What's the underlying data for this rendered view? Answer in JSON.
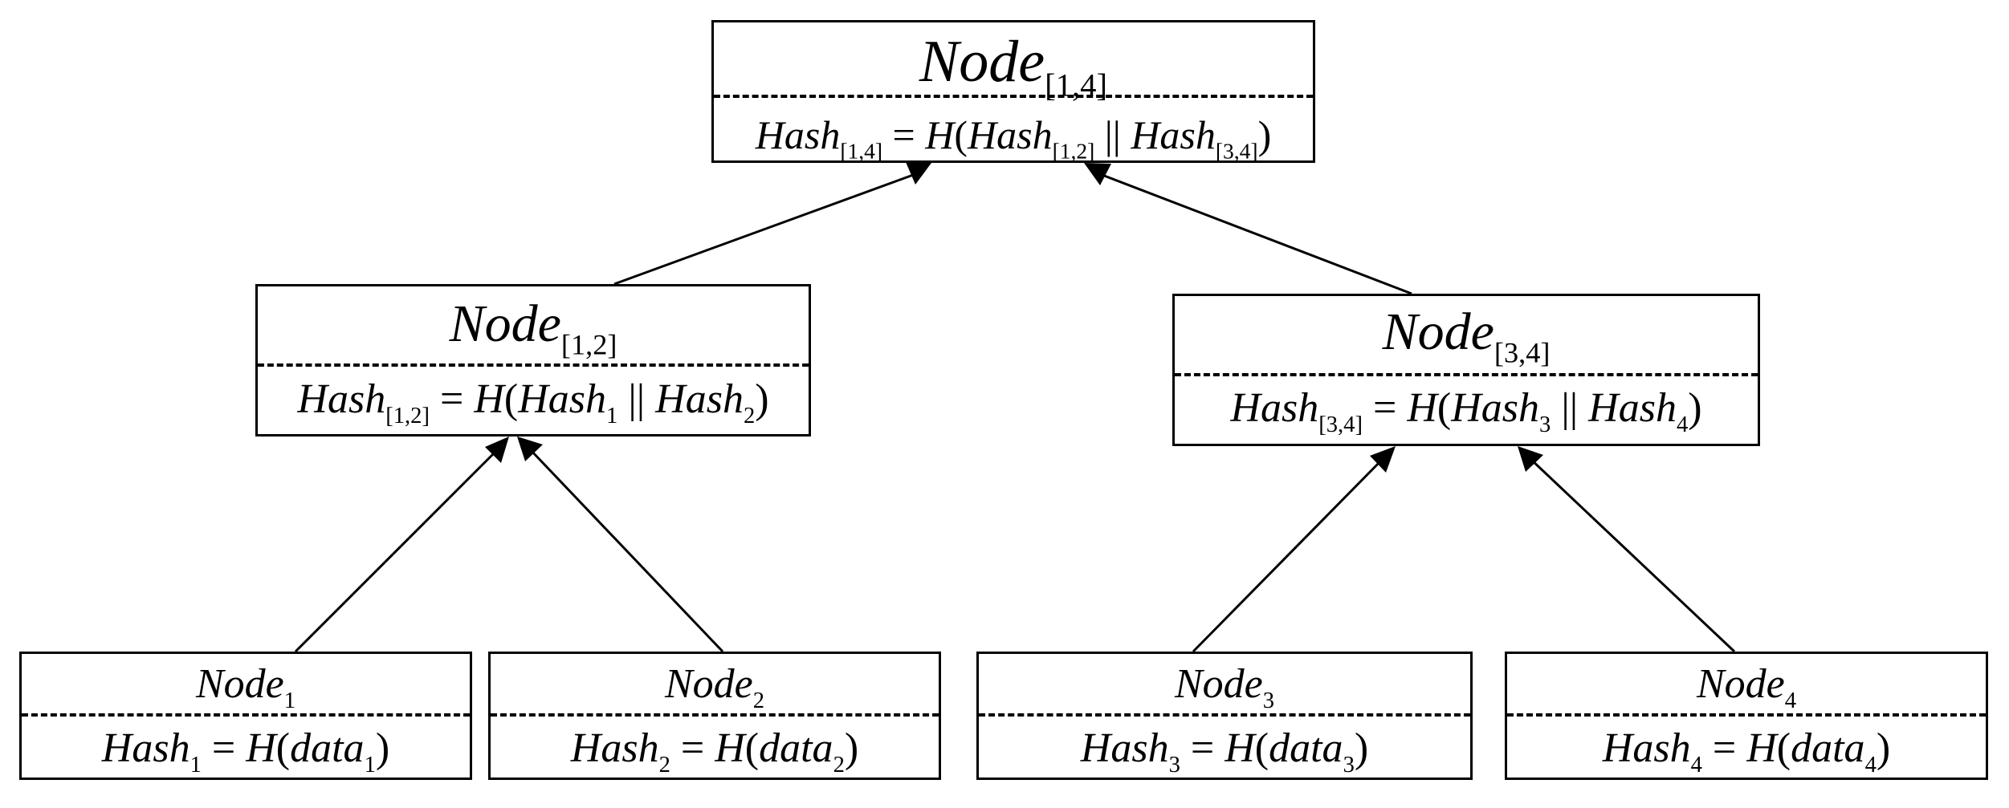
{
  "diagram": {
    "root": {
      "title": "Node",
      "title_sub": "[1,4]",
      "formula": {
        "lhs": "Hash",
        "lhs_sub": "[1,4]",
        "eq": "=",
        "fn": "H",
        "open": "(",
        "a": "Hash",
        "a_sub": "[1,2]",
        "concat": "||",
        "b": "Hash",
        "b_sub": "[3,4]",
        "close": ")"
      }
    },
    "n12": {
      "title": "Node",
      "title_sub": "[1,2]",
      "formula": {
        "lhs": "Hash",
        "lhs_sub": "[1,2]",
        "eq": "=",
        "fn": "H",
        "open": "(",
        "a": "Hash",
        "a_sub": "1",
        "concat": "||",
        "b": "Hash",
        "b_sub": "2",
        "close": ")"
      }
    },
    "n34": {
      "title": "Node",
      "title_sub": "[3,4]",
      "formula": {
        "lhs": "Hash",
        "lhs_sub": "[3,4]",
        "eq": "=",
        "fn": "H",
        "open": "(",
        "a": "Hash",
        "a_sub": "3",
        "concat": "||",
        "b": "Hash",
        "b_sub": "4",
        "close": ")"
      }
    },
    "leaves": [
      {
        "title": "Node",
        "title_sub": "1",
        "lhs": "Hash",
        "lhs_sub": "1",
        "eq": "=",
        "fn": "H",
        "open": "(",
        "arg": "data",
        "arg_sub": "1",
        "close": ")"
      },
      {
        "title": "Node",
        "title_sub": "2",
        "lhs": "Hash",
        "lhs_sub": "2",
        "eq": "=",
        "fn": "H",
        "open": "(",
        "arg": "data",
        "arg_sub": "2",
        "close": ")"
      },
      {
        "title": "Node",
        "title_sub": "3",
        "lhs": "Hash",
        "lhs_sub": "3",
        "eq": "=",
        "fn": "H",
        "open": "(",
        "arg": "data",
        "arg_sub": "3",
        "close": ")"
      },
      {
        "title": "Node",
        "title_sub": "4",
        "lhs": "Hash",
        "lhs_sub": "4",
        "eq": "=",
        "fn": "H",
        "open": "(",
        "arg": "data",
        "arg_sub": "4",
        "close": ")"
      }
    ],
    "colors": {
      "stroke": "#000000",
      "background": "#ffffff"
    }
  }
}
